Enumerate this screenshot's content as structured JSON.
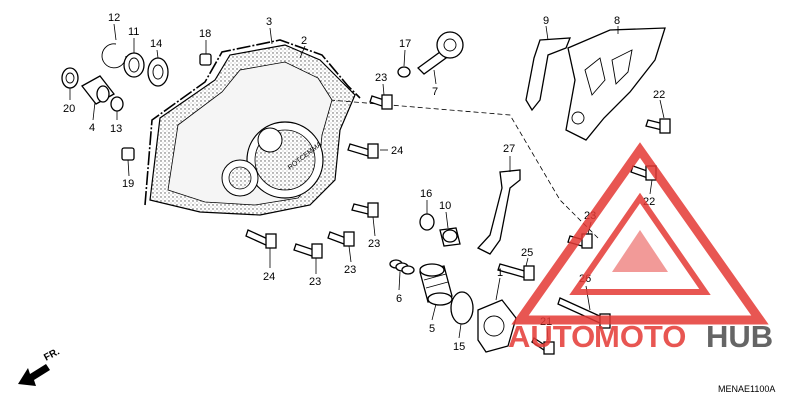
{
  "diagram": {
    "diagram_code": "MENAE1100A",
    "front_marker": "FR.",
    "callouts": {
      "c1": "1",
      "c2": "2",
      "c3": "3",
      "c4": "4",
      "c5": "5",
      "c6": "6",
      "c7": "7",
      "c8": "8",
      "c9": "9",
      "c10": "10",
      "c11": "11",
      "c12": "12",
      "c13": "13",
      "c14": "14",
      "c15": "15",
      "c16": "16",
      "c17": "17",
      "c18": "18",
      "c19": "19",
      "c20": "20",
      "c21": "21",
      "c22a": "22",
      "c22b": "22",
      "c23a": "23",
      "c23b": "23",
      "c23c": "23",
      "c23d": "23",
      "c23e": "23",
      "c24a": "24",
      "c24b": "24",
      "c25": "25",
      "c26": "26",
      "c27": "27"
    }
  },
  "watermark": {
    "text_part1": "AUTO",
    "text_part2": "MOTO",
    "text_part3": "HUB",
    "colors": {
      "red": "#e53935",
      "grey": "#555555"
    }
  }
}
